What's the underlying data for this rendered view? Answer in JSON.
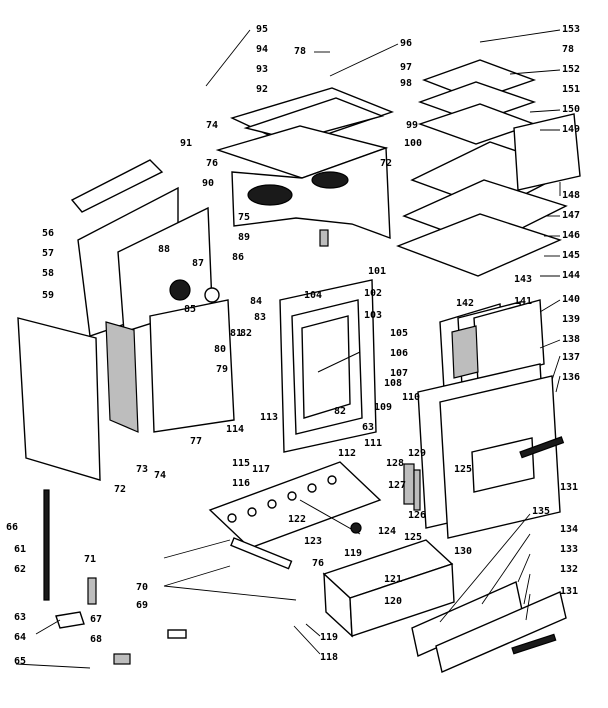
{
  "callouts": [
    "95",
    "94",
    "93",
    "92",
    "78",
    "96",
    "97",
    "98",
    "99",
    "100",
    "72",
    "74",
    "76",
    "75",
    "89",
    "101",
    "91",
    "90",
    "56",
    "57",
    "58",
    "59",
    "88",
    "87",
    "86",
    "85",
    "84",
    "80",
    "81",
    "82",
    "83",
    "79",
    "77",
    "73",
    "72",
    "74",
    "114",
    "113",
    "115",
    "116",
    "117",
    "104",
    "102",
    "103",
    "105",
    "106",
    "107",
    "108",
    "109",
    "110",
    "63",
    "82",
    "111",
    "112",
    "122",
    "123",
    "124",
    "125",
    "126",
    "127",
    "128",
    "129",
    "119",
    "130",
    "121",
    "120",
    "118",
    "119",
    "153",
    "78",
    "152",
    "151",
    "150",
    "149",
    "148",
    "147",
    "146",
    "145",
    "144",
    "143",
    "142",
    "141",
    "140",
    "139",
    "138",
    "137",
    "136",
    "125",
    "131",
    "66",
    "61",
    "62",
    "63",
    "64",
    "65",
    "71",
    "67",
    "68",
    "69",
    "70",
    "76",
    "135",
    "134",
    "133",
    "132",
    "131"
  ]
}
